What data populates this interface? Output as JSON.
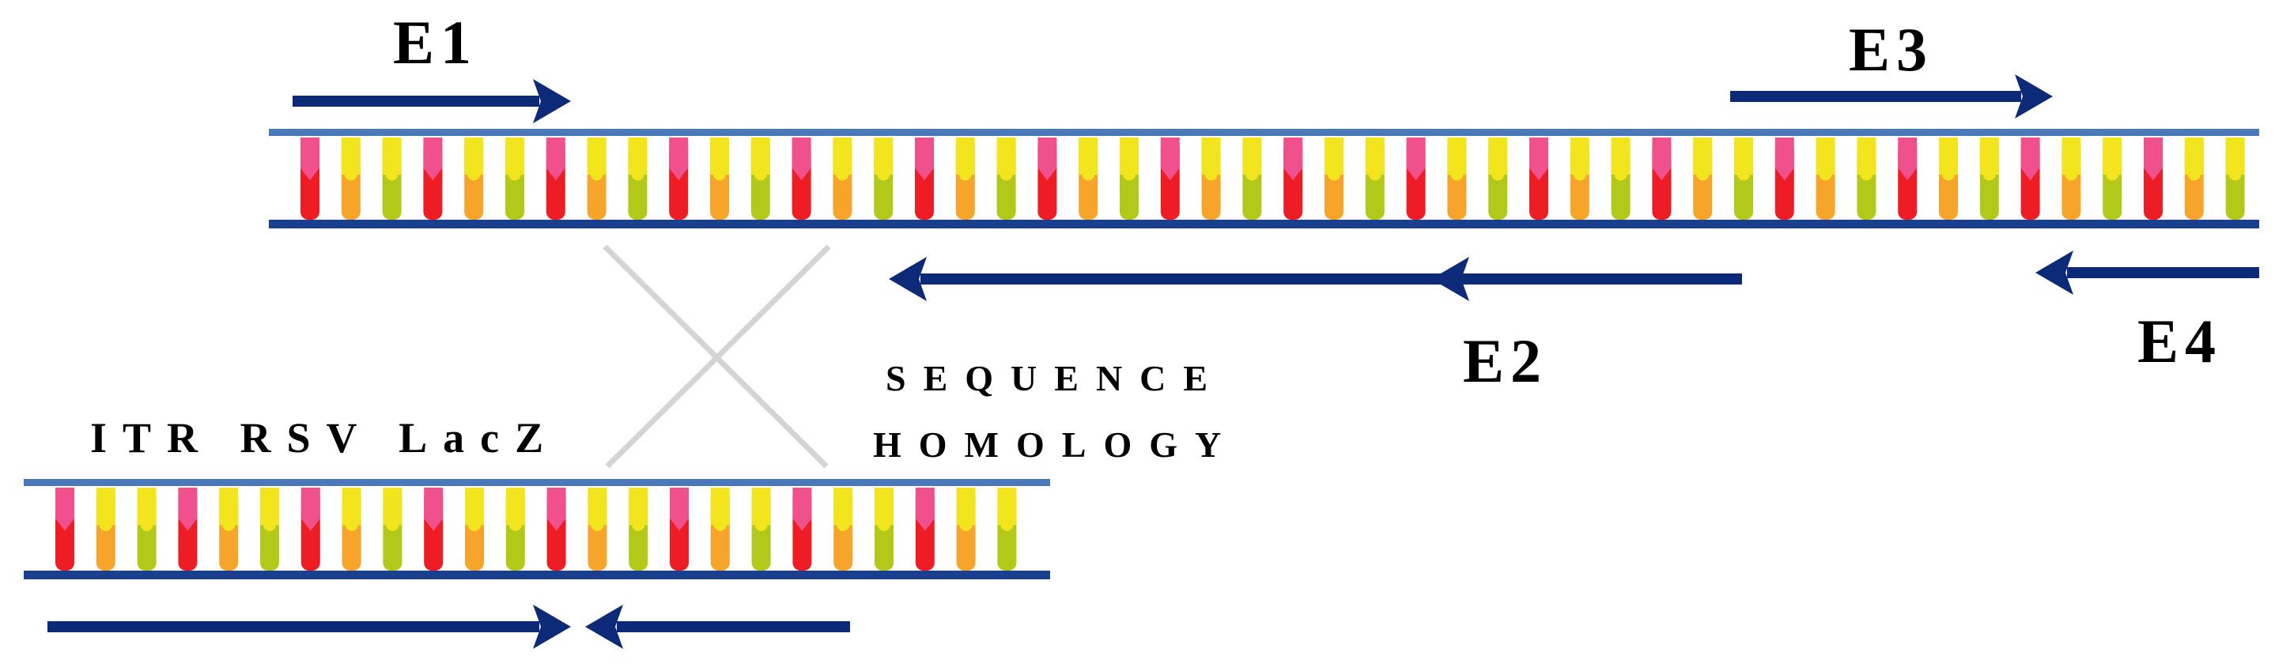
{
  "labels": {
    "e1": "E1",
    "e2": "E2",
    "e3": "E3",
    "e4": "E4",
    "cassette": "ITR RSV LacZ",
    "sequence": "SEQUENCE",
    "homology": "HOMOLOGY"
  },
  "colors": {
    "backbone": "#1a3f8c",
    "backbone_top": "#4a78b8",
    "arrow": "#0d2a78",
    "cross": "#d4d4d4",
    "base_red": "#ee1c24",
    "base_pink": "#f0508c",
    "base_orange": "#f7a52a",
    "base_yellow": "#f2e51e",
    "base_green": "#b2c91a"
  },
  "bases": {
    "pattern": [
      "red-pink",
      "orange-yellow",
      "green-yellow"
    ]
  }
}
